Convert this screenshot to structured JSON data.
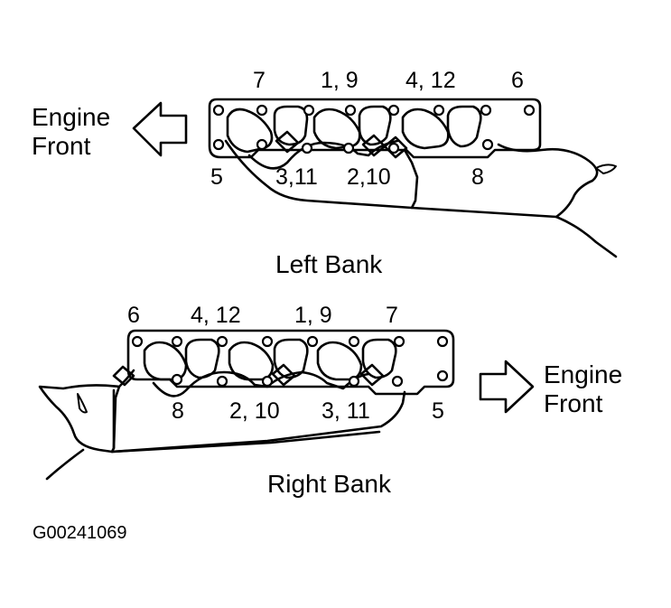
{
  "left_bank": {
    "title": "Left Bank",
    "front_line1": "Engine",
    "front_line2": "Front",
    "bolts": {
      "b7": "7",
      "b1_9": "1, 9",
      "b4_12": "4, 12",
      "b6": "6",
      "b5": "5",
      "b3_11": "3,11",
      "b2_10": "2,10",
      "b8": "8"
    }
  },
  "right_bank": {
    "title": "Right Bank",
    "front_line1": "Engine",
    "front_line2": "Front",
    "bolts": {
      "b6": "6",
      "b4_12": "4, 12",
      "b1_9": "1, 9",
      "b7": "7",
      "b8": "8",
      "b2_10": "2, 10",
      "b3_11": "3, 11",
      "b5": "5"
    }
  },
  "figure_code": "G00241069",
  "colors": {
    "ink": "#000000",
    "paper": "#ffffff"
  },
  "icons": {
    "left_arrow": "arrow-left-icon",
    "right_arrow": "arrow-right-icon"
  }
}
